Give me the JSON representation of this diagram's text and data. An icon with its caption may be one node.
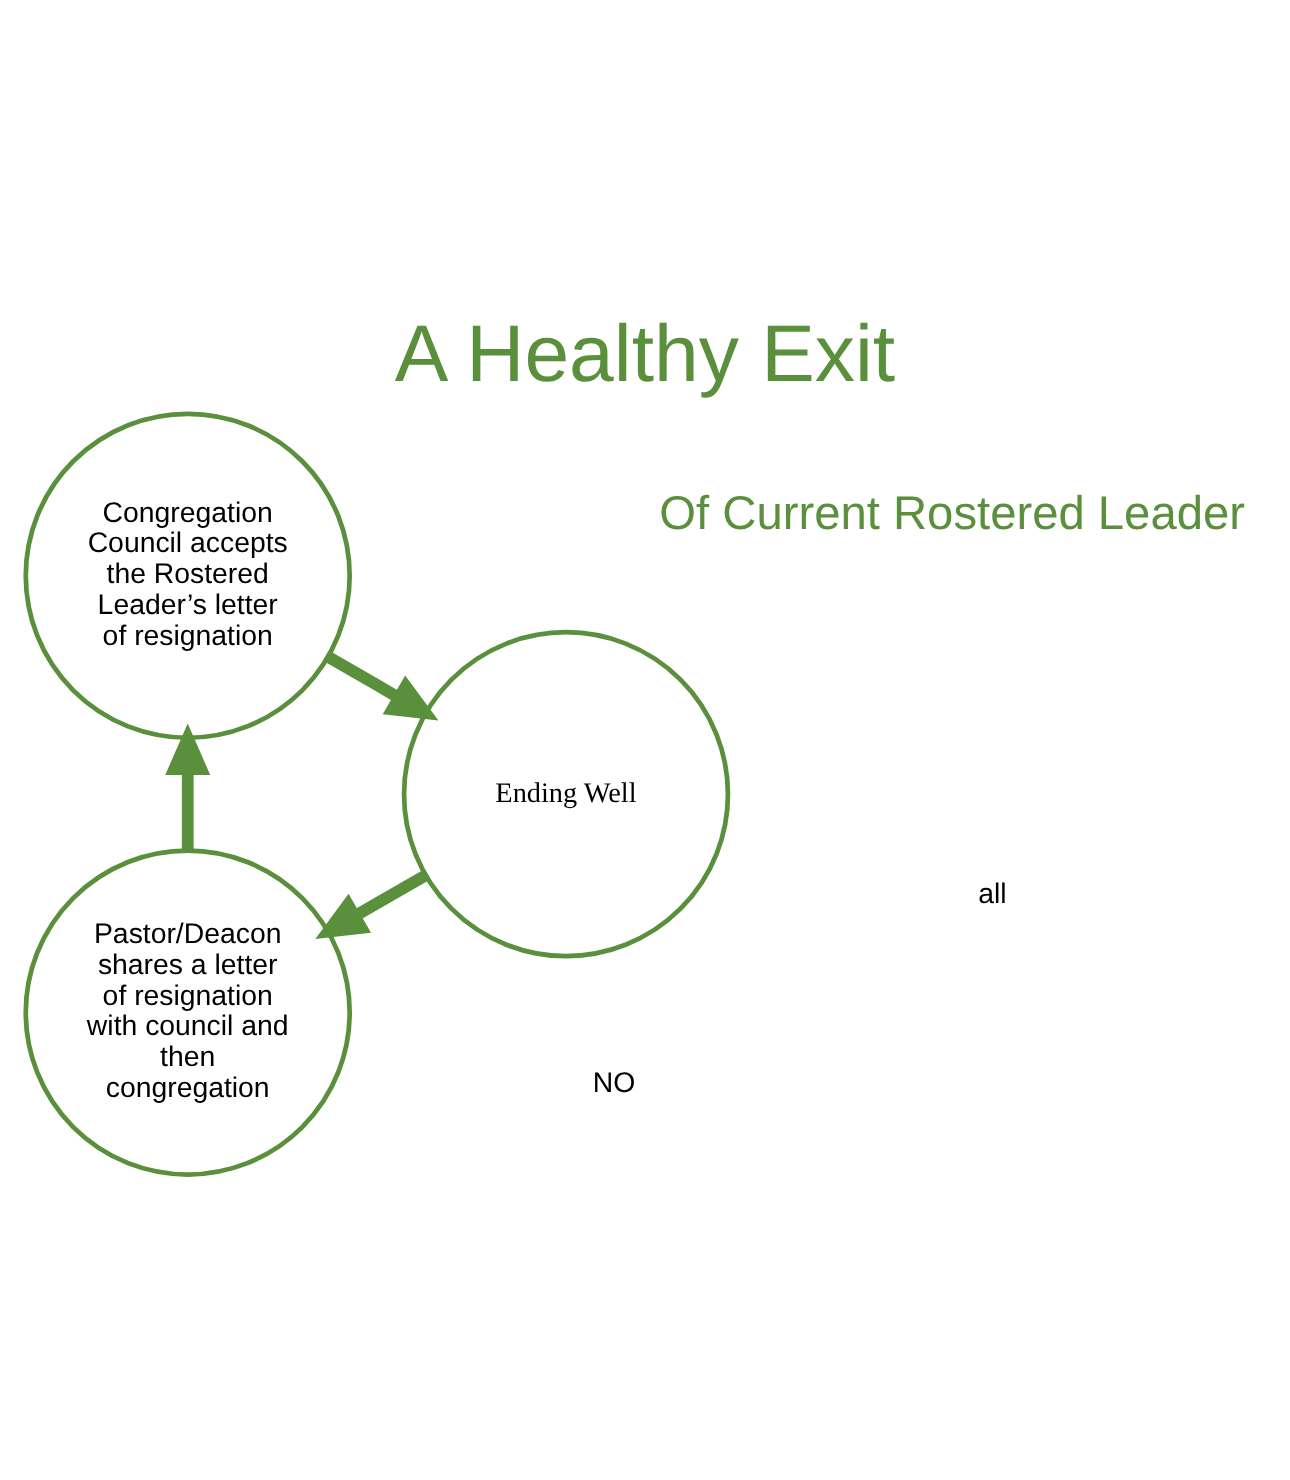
{
  "diagram": {
    "title": "A Healthy Exit",
    "nodes": [
      {
        "text": [
          "Pastor/Deacon shares a letter of resignation with council and then congregation"
        ]
      },
      {
        "text": [
          "Congregation Council accepts the Rostered Leader’s letter of resignation"
        ]
      },
      {
        "text": [
          "Ending Well"
        ]
      }
    ],
    "edges": [
      {
        "from": 0,
        "to": 1,
        "arrow": "to"
      },
      {
        "from": 1,
        "to": 2,
        "arrow": "to"
      },
      {
        "from": 2,
        "to": 0,
        "arrow": "to"
      }
    ],
    "labels": [
      "Of Current Rostered Leader",
      "NO",
      "all"
    ]
  }
}
